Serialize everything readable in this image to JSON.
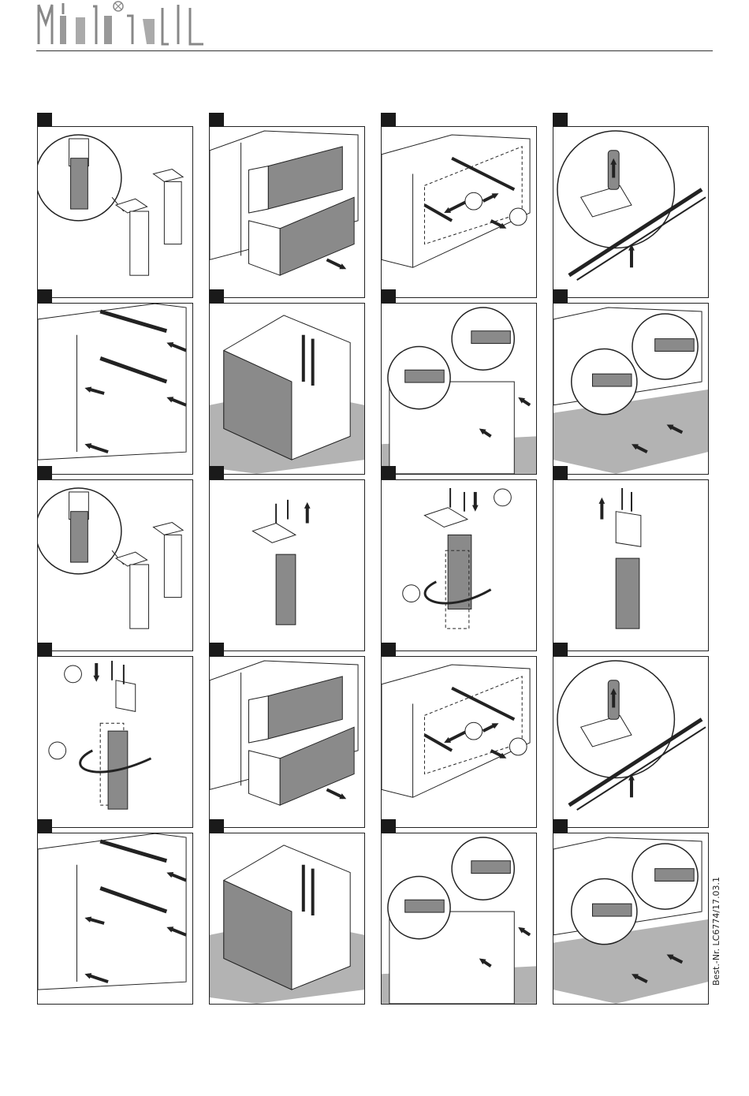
{
  "brand": {
    "logo_icon": "tools-logo-icon"
  },
  "document": {
    "order_number": "Best.-Nr. LC6774/17.03.1"
  },
  "colors": {
    "panel_fill": "#8a8a8a",
    "floor_fill": "#b3b3b3",
    "line": "#222222"
  },
  "steps": [
    {
      "kind": "leg-detail"
    },
    {
      "kind": "drawers-out"
    },
    {
      "kind": "runner-release"
    },
    {
      "kind": "runner-clip"
    },
    {
      "kind": "runner-mount"
    },
    {
      "kind": "cabinet-body"
    },
    {
      "kind": "bracket-detail"
    },
    {
      "kind": "bracket-detail-b"
    },
    {
      "kind": "leg-detail"
    },
    {
      "kind": "leg-unscrew"
    },
    {
      "kind": "leg-rotate"
    },
    {
      "kind": "leg-unscrew-b"
    },
    {
      "kind": "leg-rotate-b"
    },
    {
      "kind": "drawers-out"
    },
    {
      "kind": "runner-release"
    },
    {
      "kind": "runner-clip"
    },
    {
      "kind": "runner-mount"
    },
    {
      "kind": "cabinet-body"
    },
    {
      "kind": "bracket-detail"
    },
    {
      "kind": "bracket-detail-b"
    }
  ]
}
